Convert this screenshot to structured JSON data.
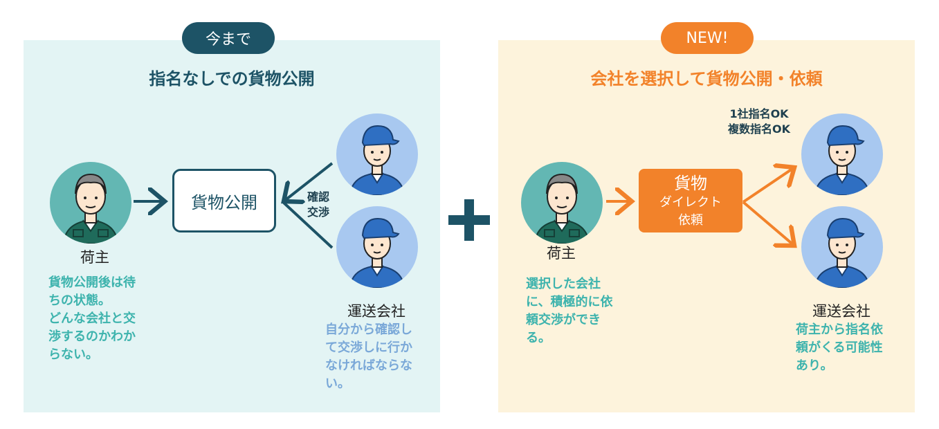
{
  "left_panel": {
    "pill": "今まで",
    "title": "指名なしでの貨物公開",
    "shipper_label": "荷主",
    "shipper_note": [
      "貨物公開後は待",
      "ちの状態。",
      "どんな会社と交",
      "渉するのかわか",
      "らない。"
    ],
    "box_label": "貨物公開",
    "arrow_label": [
      "確認",
      "交渉"
    ],
    "carrier_label": "運送会社",
    "carrier_note": [
      "自分から確認し",
      "て交渉しに行か",
      "なければならな",
      "い。"
    ]
  },
  "right_panel": {
    "pill": "NEW!",
    "title": "会社を選択して貨物公開・依頼",
    "shipper_label": "荷主",
    "shipper_note": [
      "選択した会社",
      "に、積極的に依",
      "頼交渉ができ",
      "る。"
    ],
    "box_label": [
      "貨物",
      "ダイレクト",
      "依頼"
    ],
    "nomination_label": [
      "1社指名OK",
      "複数指名OK"
    ],
    "carrier_label": "運送会社",
    "carrier_note": [
      "荷主から指名依",
      "頼がくる可能性",
      "あり。"
    ]
  },
  "colors": {
    "navy": "#1d5366",
    "orange": "#f2822a",
    "teal_text": "#3db3ad",
    "blue_text": "#7aa8d8",
    "left_bg": "#e3f4f4",
    "right_bg": "#fdf3dc"
  },
  "icons": {
    "shipper": "older-worker-avatar",
    "carrier": "worker-with-cap-avatar",
    "plus": "plus-icon"
  }
}
